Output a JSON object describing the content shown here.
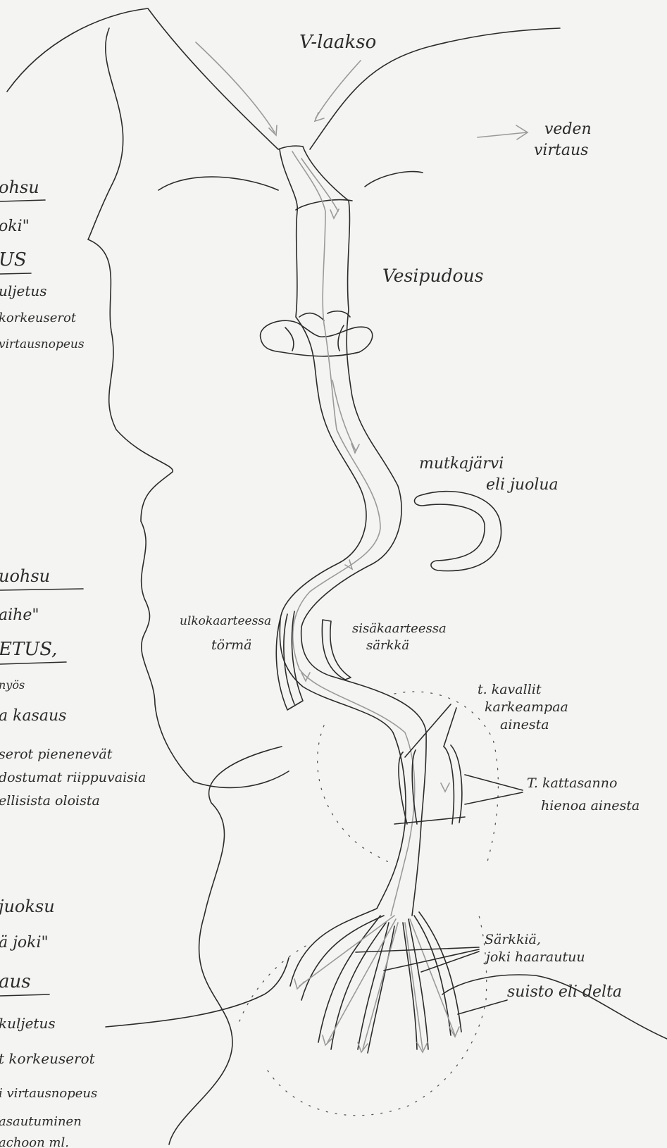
{
  "labels": {
    "v_valley": "V-laakso",
    "flow_line1": "veden",
    "flow_line2": "virtaus",
    "waterfall": "Vesipudous",
    "oxbow_line1": "mutkajärvi",
    "oxbow_line2": "eli juolua",
    "outer_bend_line1": "ulkokaarteessa",
    "outer_bend_line2": "törmä",
    "inner_bend_line1": "sisäkaarteessa",
    "inner_bend_line2": "särkkä",
    "gravel_line1": "t. kavallit",
    "gravel_line2": "karkeampaa",
    "gravel_line3": "ainesta",
    "levee_line1": "T. kattasanno",
    "levee_line2": "hienoa ainesta",
    "distributary_line1": "Särkkiä,",
    "distributary_line2": "joki haarautuu",
    "delta": "suisto eli delta"
  },
  "notes": {
    "upper": [
      "ohsu",
      "oki\"",
      "US",
      "uljetus",
      "korkeuserot",
      "virtausnopeus"
    ],
    "middle": [
      "uohsu",
      "aihe\"",
      "ETUS,",
      "nyös",
      "a kasaus",
      "serot pienenevät",
      "dostumat riippuvaisia",
      "ellisista oloista"
    ],
    "lower": [
      "juoksu",
      "ä joki\"",
      "aus",
      "kuljetus",
      "t korkeuserot",
      "i virtausnopeus",
      "asautuminen",
      "achoon ml."
    ]
  },
  "colors": {
    "ink": "#2b2b2b",
    "pencil": "#9a9a9a",
    "paper": "#f4f4f2"
  }
}
